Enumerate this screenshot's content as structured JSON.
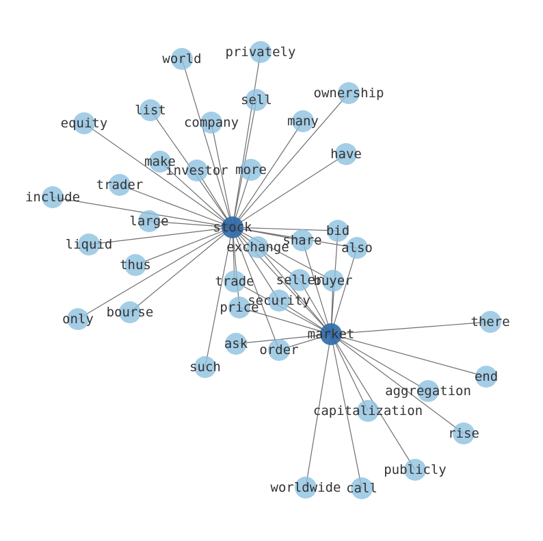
{
  "colors": {
    "hub": "#2e6aa8",
    "node": "#8dc0e0",
    "edge": "#6e6e6e",
    "label": "#333333"
  },
  "nodes": [
    {
      "id": "stock",
      "label": "stock",
      "hub": true
    },
    {
      "id": "market",
      "label": "market",
      "hub": true
    },
    {
      "id": "privately",
      "label": "privately"
    },
    {
      "id": "world",
      "label": "world"
    },
    {
      "id": "ownership",
      "label": "ownership"
    },
    {
      "id": "sell",
      "label": "sell"
    },
    {
      "id": "list",
      "label": "list"
    },
    {
      "id": "equity",
      "label": "equity"
    },
    {
      "id": "company",
      "label": "company"
    },
    {
      "id": "many",
      "label": "many"
    },
    {
      "id": "have",
      "label": "have"
    },
    {
      "id": "make",
      "label": "make"
    },
    {
      "id": "investor",
      "label": "investor"
    },
    {
      "id": "more",
      "label": "more"
    },
    {
      "id": "trader",
      "label": "trader"
    },
    {
      "id": "include",
      "label": "include"
    },
    {
      "id": "large",
      "label": "large"
    },
    {
      "id": "bid",
      "label": "bid"
    },
    {
      "id": "share",
      "label": "share"
    },
    {
      "id": "also",
      "label": "also"
    },
    {
      "id": "exchange",
      "label": "exchange"
    },
    {
      "id": "liquid",
      "label": "liquid"
    },
    {
      "id": "thus",
      "label": "thus"
    },
    {
      "id": "trade",
      "label": "trade"
    },
    {
      "id": "seller",
      "label": "seller"
    },
    {
      "id": "buyer",
      "label": "buyer"
    },
    {
      "id": "security",
      "label": "security"
    },
    {
      "id": "price",
      "label": "price"
    },
    {
      "id": "only",
      "label": "only"
    },
    {
      "id": "bourse",
      "label": "bourse"
    },
    {
      "id": "there",
      "label": "there"
    },
    {
      "id": "ask",
      "label": "ask"
    },
    {
      "id": "order",
      "label": "order"
    },
    {
      "id": "such",
      "label": "such"
    },
    {
      "id": "end",
      "label": "end"
    },
    {
      "id": "aggregation",
      "label": "aggregation"
    },
    {
      "id": "capitalization",
      "label": "capitalization"
    },
    {
      "id": "rise",
      "label": "rise"
    },
    {
      "id": "publicly",
      "label": "publicly"
    },
    {
      "id": "worldwide",
      "label": "worldwide"
    },
    {
      "id": "call",
      "label": "call"
    }
  ],
  "edges": [
    [
      "stock",
      "privately"
    ],
    [
      "stock",
      "world"
    ],
    [
      "stock",
      "ownership"
    ],
    [
      "stock",
      "sell"
    ],
    [
      "stock",
      "list"
    ],
    [
      "stock",
      "equity"
    ],
    [
      "stock",
      "company"
    ],
    [
      "stock",
      "many"
    ],
    [
      "stock",
      "have"
    ],
    [
      "stock",
      "make"
    ],
    [
      "stock",
      "investor"
    ],
    [
      "stock",
      "more"
    ],
    [
      "stock",
      "trader"
    ],
    [
      "stock",
      "include"
    ],
    [
      "stock",
      "large"
    ],
    [
      "stock",
      "bid"
    ],
    [
      "stock",
      "share"
    ],
    [
      "stock",
      "also"
    ],
    [
      "stock",
      "exchange"
    ],
    [
      "stock",
      "liquid"
    ],
    [
      "stock",
      "thus"
    ],
    [
      "stock",
      "trade"
    ],
    [
      "stock",
      "seller"
    ],
    [
      "stock",
      "buyer"
    ],
    [
      "stock",
      "security"
    ],
    [
      "stock",
      "price"
    ],
    [
      "stock",
      "only"
    ],
    [
      "stock",
      "bourse"
    ],
    [
      "stock",
      "order"
    ],
    [
      "stock",
      "such"
    ],
    [
      "stock",
      "market"
    ],
    [
      "market",
      "bid"
    ],
    [
      "market",
      "share"
    ],
    [
      "market",
      "also"
    ],
    [
      "market",
      "exchange"
    ],
    [
      "market",
      "trade"
    ],
    [
      "market",
      "seller"
    ],
    [
      "market",
      "buyer"
    ],
    [
      "market",
      "security"
    ],
    [
      "market",
      "price"
    ],
    [
      "market",
      "there"
    ],
    [
      "market",
      "ask"
    ],
    [
      "market",
      "order"
    ],
    [
      "market",
      "end"
    ],
    [
      "market",
      "aggregation"
    ],
    [
      "market",
      "capitalization"
    ],
    [
      "market",
      "rise"
    ],
    [
      "market",
      "publicly"
    ],
    [
      "market",
      "worldwide"
    ],
    [
      "market",
      "call"
    ]
  ]
}
